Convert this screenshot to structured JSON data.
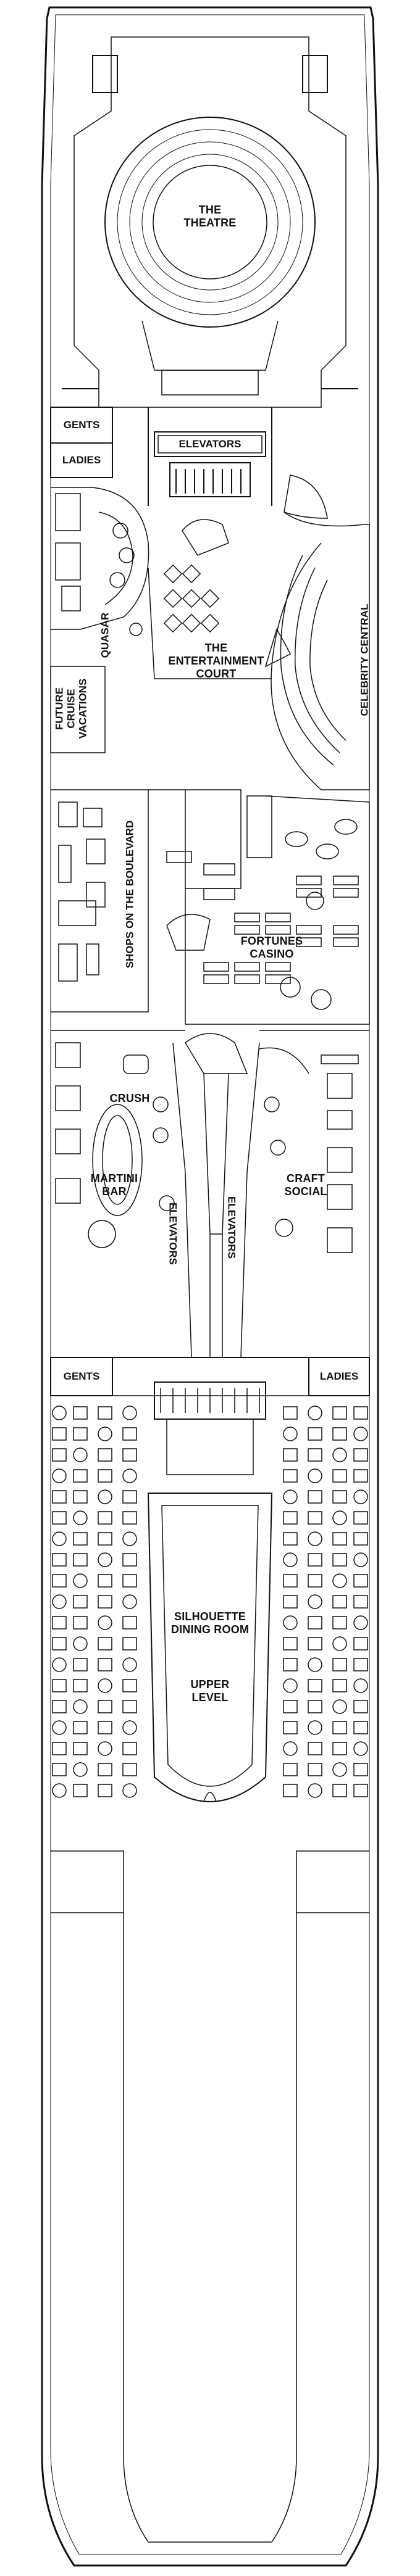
{
  "venues": {
    "theatre": [
      "THE",
      "THEATRE"
    ],
    "gents_top": "GENTS",
    "ladies_top": "LADIES",
    "elevators_top": "ELEVATORS",
    "quasar": "QUASAR",
    "celebrity_central": "CELEBRITY CENTRAL",
    "entertainment_court": [
      "THE",
      "ENTERTAINMENT",
      "COURT"
    ],
    "future_cruise": [
      "FUTURE",
      "CRUISE",
      "VACATIONS"
    ],
    "shops": "SHOPS ON THE BOULEVARD",
    "fortunes_casino": [
      "FORTUNES",
      "CASINO"
    ],
    "crush": "CRUSH",
    "martini_bar": [
      "MARTINI",
      "BAR"
    ],
    "elevators_left": "ELEVATORS",
    "elevators_right": "ELEVATORS",
    "craft_social": [
      "CRAFT",
      "SOCIAL"
    ],
    "gents_mid": "GENTS",
    "ladies_mid": "LADIES",
    "silhouette": [
      "SILHOUETTE",
      "DINING ROOM"
    ],
    "upper_level": [
      "UPPER",
      "LEVEL"
    ]
  },
  "colors": {
    "line": "#111111",
    "fill": "#ffffff"
  }
}
